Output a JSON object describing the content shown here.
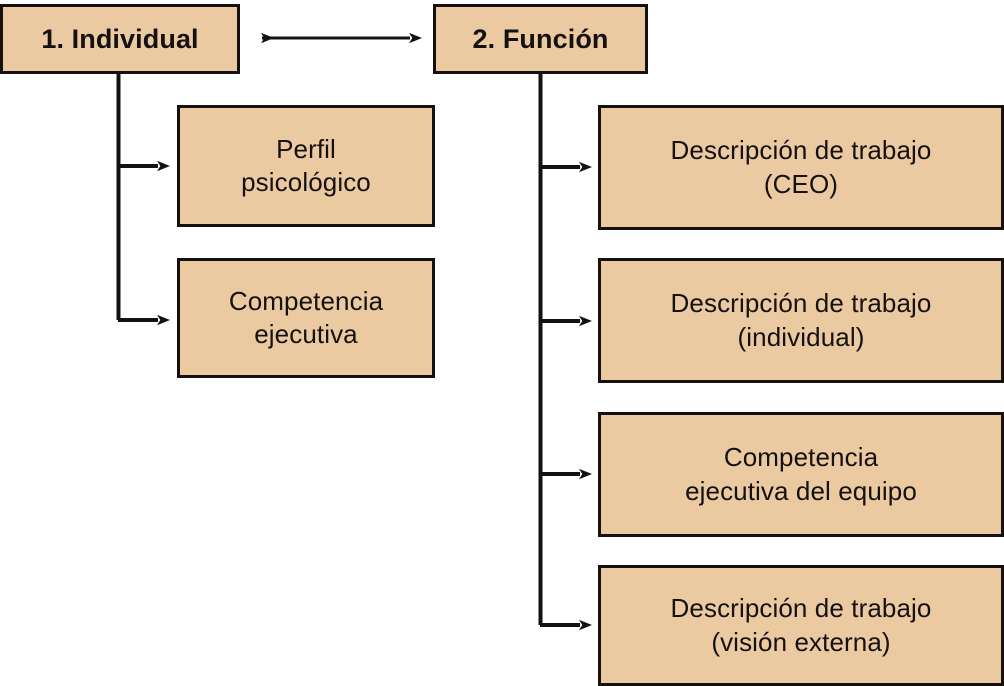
{
  "diagram": {
    "type": "flow-diagram",
    "title": "",
    "colors": {
      "node_fill": "#EBCAA2",
      "node_border": "#141110",
      "connector": "#141110",
      "background": "#FFFFFF",
      "text": "#141110"
    },
    "headers": [
      {
        "id": "individual",
        "label": "1. Individual"
      },
      {
        "id": "funcion",
        "label": "2. Función"
      }
    ],
    "relations": [
      {
        "from": "individual",
        "to": "funcion",
        "connector": "double-headed-arrow"
      }
    ],
    "branches": [
      {
        "parent": "individual",
        "items": [
          {
            "id": "perfil",
            "label": "Perfil\npsicológico",
            "line1": "Perfil",
            "line2": "psicológico"
          },
          {
            "id": "competencia",
            "label": "Competencia\nejecutiva",
            "line1": "Competencia",
            "line2": "ejecutiva"
          }
        ]
      },
      {
        "parent": "funcion",
        "items": [
          {
            "id": "ceo",
            "label": "Descripción de trabajo\n(CEO)",
            "line1": "Descripción de trabajo",
            "line2": "(CEO)"
          },
          {
            "id": "individual-jd",
            "label": "Descripción de trabajo\n(individual)",
            "line1": "Descripción de trabajo",
            "line2": "(individual)"
          },
          {
            "id": "team-comp",
            "label": "Competencia\nejecutiva del equipo",
            "line1": "Competencia",
            "line2": "ejecutiva del equipo"
          },
          {
            "id": "external",
            "label": "Descripción de trabajo\n(visión externa)",
            "line1": "Descripción de trabajo",
            "line2": "(visión externa)"
          }
        ]
      }
    ]
  }
}
